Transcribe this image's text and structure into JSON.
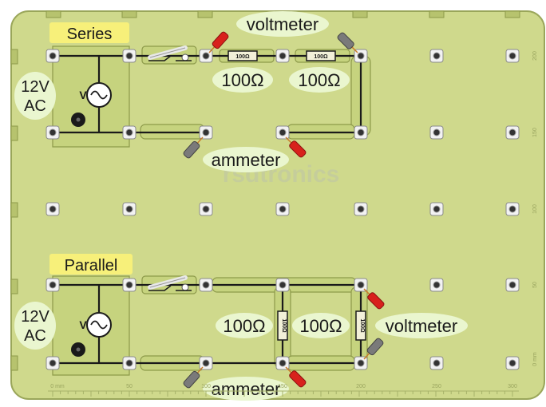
{
  "background": {
    "board": "#cfd98c",
    "board_edge": "#8d9a4a",
    "module": "#c2d07c",
    "wire": "#1a1a1a",
    "bubble": "#eaf6cf",
    "tag": "#f7f07a",
    "probe_red": "#d8211c",
    "probe_grey": "#7a7a7a"
  },
  "watermark": "rsdtronics",
  "series": {
    "tag": "Series",
    "supply_label_line1": "12V",
    "supply_label_line2": "AC",
    "source_symbol": "V",
    "resistor_1_code": "100Ω",
    "resistor_2_code": "100Ω",
    "resistor_1_label": "100Ω",
    "resistor_2_label": "100Ω",
    "voltmeter_label": "voltmeter",
    "ammeter_label": "ammeter"
  },
  "parallel": {
    "tag": "Parallel",
    "supply_label_line1": "12V",
    "supply_label_line2": "AC",
    "source_symbol": "V",
    "resistor_1_code": "100Ω",
    "resistor_2_code": "100Ω",
    "resistor_1_label": "100Ω",
    "resistor_2_label": "100Ω",
    "voltmeter_label": "voltmeter",
    "ammeter_label": "ammeter"
  },
  "ruler_bottom": [
    "0 mm",
    "50",
    "100",
    "150",
    "200",
    "250",
    "300"
  ],
  "ruler_right": [
    "200",
    "150",
    "100",
    "50",
    "0 mm"
  ]
}
